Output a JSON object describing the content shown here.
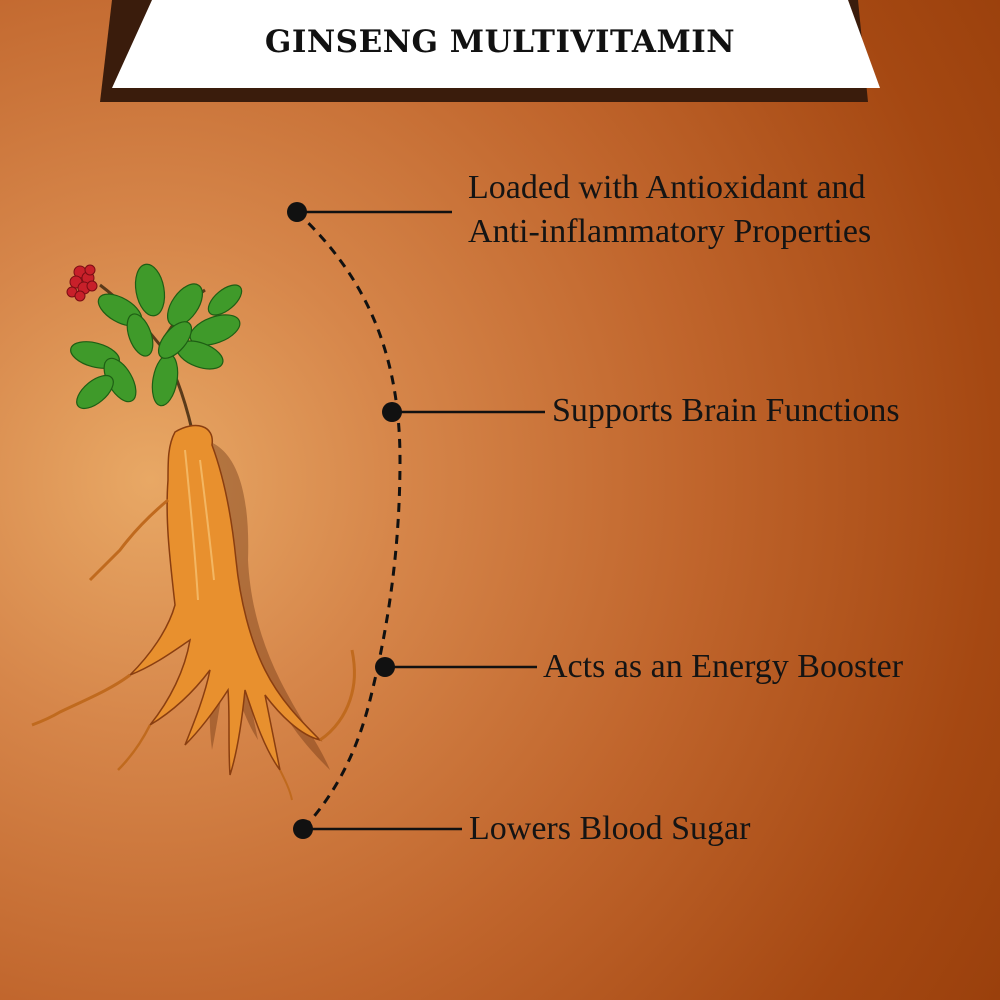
{
  "banner": {
    "title": "GINSENG MULTIVITAMIN"
  },
  "benefits": [
    {
      "lines": [
        "Loaded with Antioxidant and",
        "Anti-inflammatory Properties"
      ]
    },
    {
      "lines": [
        "Supports Brain Functions"
      ]
    },
    {
      "lines": [
        "Acts as an Energy Booster"
      ]
    },
    {
      "lines": [
        "Lowers Blood Sugar"
      ]
    }
  ],
  "colors": {
    "banner_bg": "#ffffff",
    "banner_shadow": "#3a1c0c",
    "text": "#141414",
    "leaf": "#3f9a2a",
    "root": "#e8902e",
    "berry": "#c8202a"
  },
  "illustration": "ginseng-plant-with-root-icon"
}
